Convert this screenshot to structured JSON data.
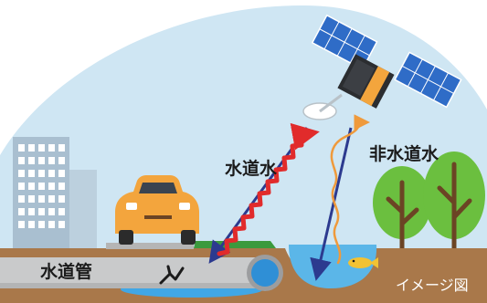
{
  "labels": {
    "tap_water": "水道水",
    "non_tap_water": "非水道水",
    "water_pipe": "水道管",
    "image_note": "イメージ図"
  },
  "icons": [
    "satellite-icon",
    "building-icon",
    "car-icon",
    "tree-icon",
    "fish-icon",
    "leak-icon"
  ],
  "colors": {
    "sky": "#cfe6f3",
    "ground": "#a9784a",
    "pipe": "#c9cacb",
    "pipe_end": "#2f8fd6",
    "leak_water": "#41a7e6",
    "pond": "#5bb6e8",
    "signal_outgoing": "#e12b2b",
    "signal_tap_water": "#2c3a8f",
    "signal_non_tap_water": "#ef9a3c",
    "tree": "#6bbf3f",
    "car": "#f3a53d",
    "building": "#a9bfd0"
  }
}
